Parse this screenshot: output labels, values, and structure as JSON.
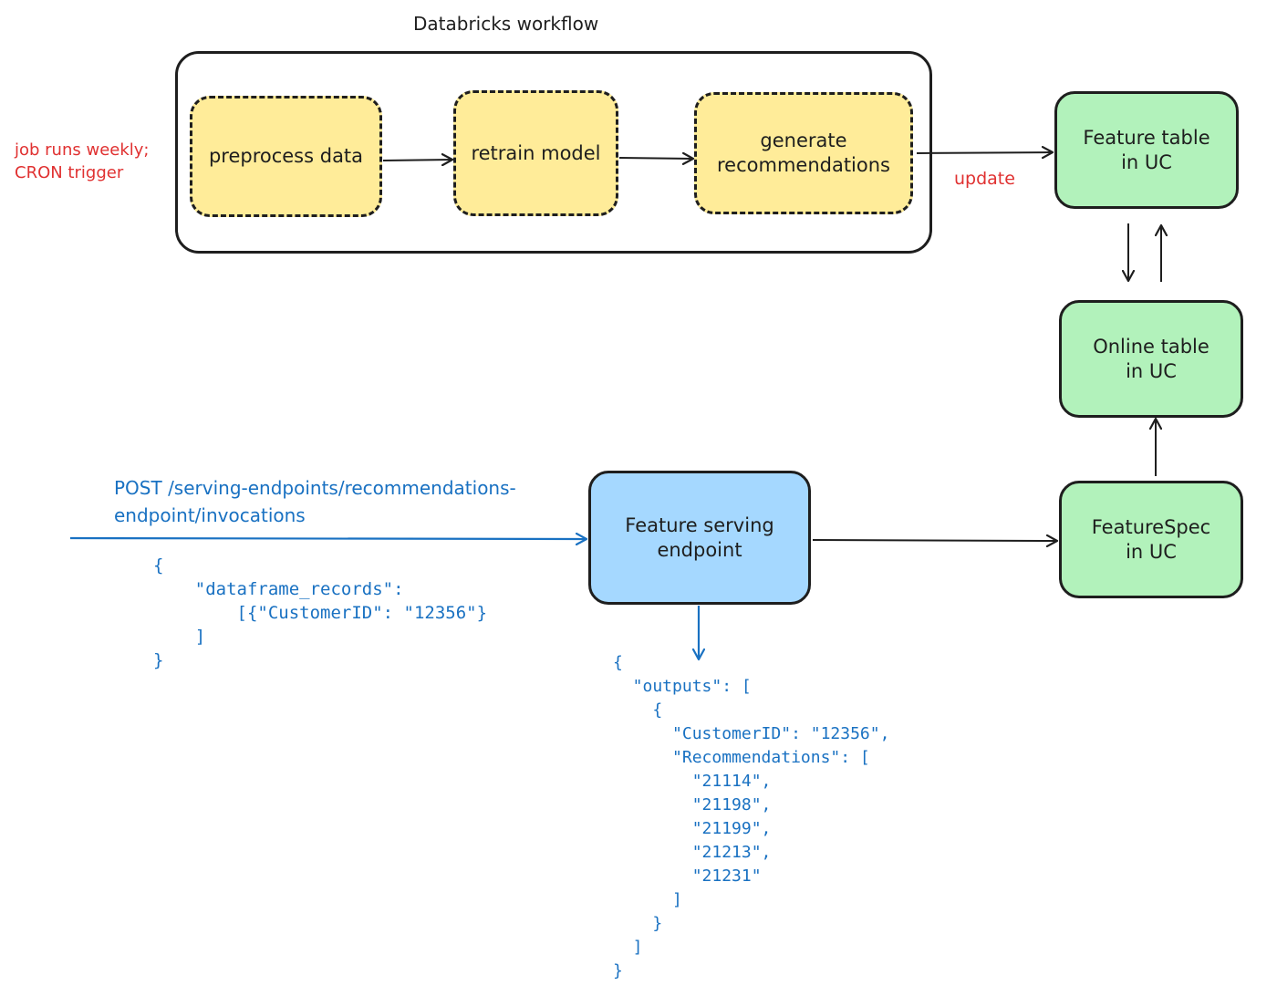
{
  "workflow": {
    "title": "Databricks workflow",
    "steps": [
      {
        "label": "preprocess data"
      },
      {
        "label": "retrain model"
      },
      {
        "label": "generate\nrecommendations"
      }
    ],
    "trigger_note": "job runs weekly;\nCRON trigger",
    "update_label": "update"
  },
  "stores": {
    "feature_table": "Feature table\nin UC",
    "online_table": "Online table\nin UC",
    "feature_spec": "FeatureSpec\nin UC"
  },
  "endpoint": {
    "label": "Feature serving\nendpoint",
    "request_line": "POST /serving-endpoints/recommendations-\nendpoint/invocations",
    "request_body": "{\n    \"dataframe_records\":\n        [{\"CustomerID\": \"12356\"}\n    ]\n}",
    "response_body": "{\n  \"outputs\": [\n    {\n      \"CustomerID\": \"12356\",\n      \"Recommendations\": [\n        \"21114\",\n        \"21198\",\n        \"21199\",\n        \"21213\",\n        \"21231\"\n      ]\n    }\n  ]\n}"
  },
  "colors": {
    "step_fill": "#ffec99",
    "store_fill": "#b2f2bb",
    "endpoint_fill": "#a5d8ff",
    "note_red": "#e03131",
    "code_blue": "#1971c2",
    "stroke": "#1e1e1e"
  }
}
